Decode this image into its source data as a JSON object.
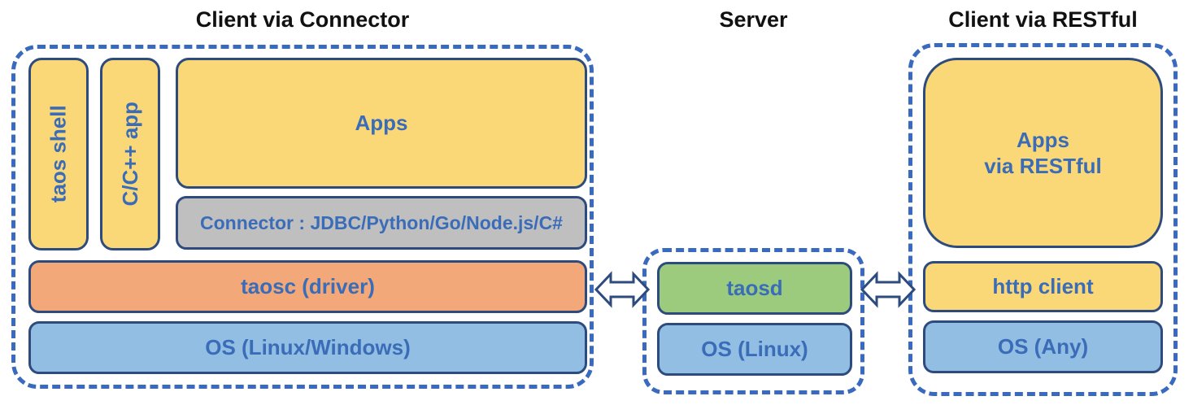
{
  "titles": {
    "left": "Client via Connector",
    "center": "Server",
    "right": "Client via RESTful"
  },
  "client": {
    "taos_shell": "taos shell",
    "cpp_app": "C/C++ app",
    "apps": "Apps",
    "connector": "Connector : JDBC/Python/Go/Node.js/C#",
    "taosc": "taosc (driver)",
    "os": "OS (Linux/Windows)"
  },
  "server": {
    "taosd": "taosd",
    "os": "OS (Linux)"
  },
  "rest": {
    "apps": "Apps\nvia RESTful",
    "http_client": "http client",
    "os": "OS (Any)"
  },
  "icons": {
    "arrow_left": "bidirectional-arrow",
    "arrow_right": "bidirectional-arrow"
  },
  "colors": {
    "yellow": "#FBD877",
    "orange": "#F2A878",
    "blue": "#92BEE4",
    "green": "#9CCB7E",
    "gray": "#BFBFBF",
    "navy": "#2E4B7E",
    "dash": "#3A6ABE",
    "label": "#3A6CB8",
    "title": "#111111"
  }
}
